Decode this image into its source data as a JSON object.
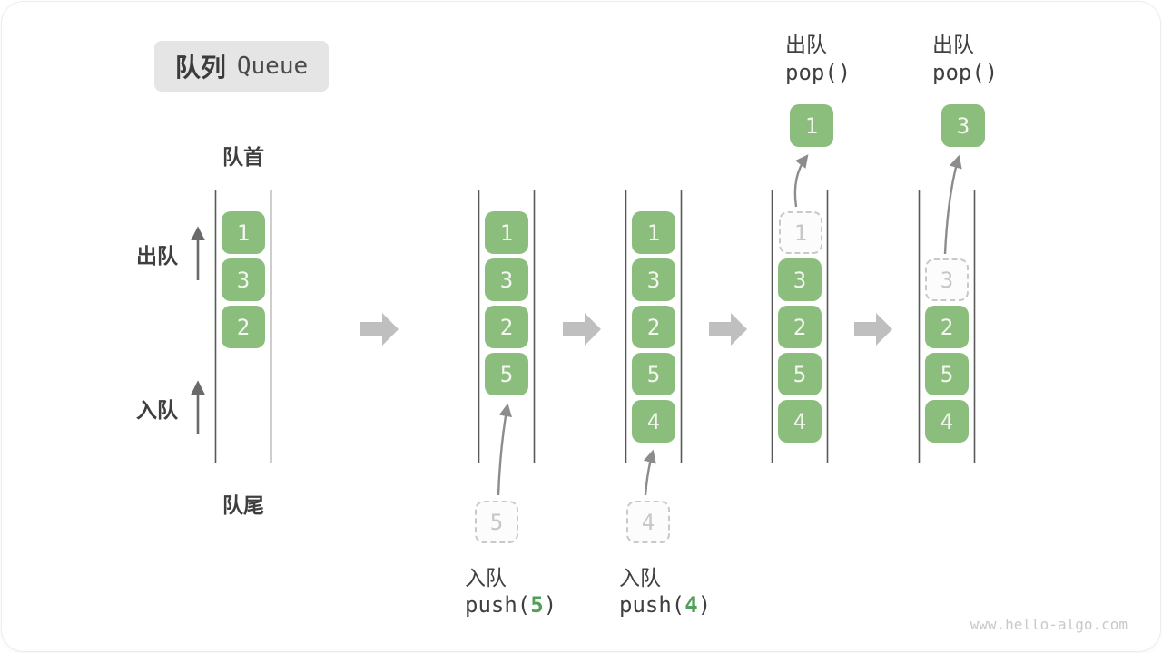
{
  "page": {
    "title_zh": "队列",
    "title_en": "Queue",
    "front_label": "队首",
    "rear_label": "队尾",
    "dequeue_label": "出队",
    "enqueue_label": "入队",
    "watermark": "www.hello-algo.com"
  },
  "colors": {
    "item_green": "#8BBE7D",
    "code_arg_green": "#4FA05A",
    "flow_arrow_gray": "#BFBFBF",
    "wall_line_gray": "#595959",
    "pointer_arrow_gray": "#8C8C8C",
    "dashed_box_gray": "#C9C9C9",
    "text_dark": "#3F3F3F"
  },
  "states": {
    "q1": {
      "b1": "1",
      "b2": "3",
      "b3": "2"
    },
    "q2": {
      "b1": "1",
      "b2": "3",
      "b3": "2",
      "b4": "5",
      "staged": "5",
      "action": "入队",
      "fn_open": "push(",
      "fn_arg": "5",
      "fn_close": ")"
    },
    "q3": {
      "b1": "1",
      "b2": "3",
      "b3": "2",
      "b4": "5",
      "b5": "4",
      "staged": "4",
      "action": "入队",
      "fn_open": "push(",
      "fn_arg": "4",
      "fn_close": ")"
    },
    "q4": {
      "removed": "1",
      "b2": "3",
      "b3": "2",
      "b4": "5",
      "b5": "4",
      "popped": "1",
      "action": "出队",
      "fn": "pop()"
    },
    "q5": {
      "removed": "3",
      "b3": "2",
      "b4": "5",
      "b5": "4",
      "popped": "3",
      "action": "出队",
      "fn": "pop()"
    }
  }
}
